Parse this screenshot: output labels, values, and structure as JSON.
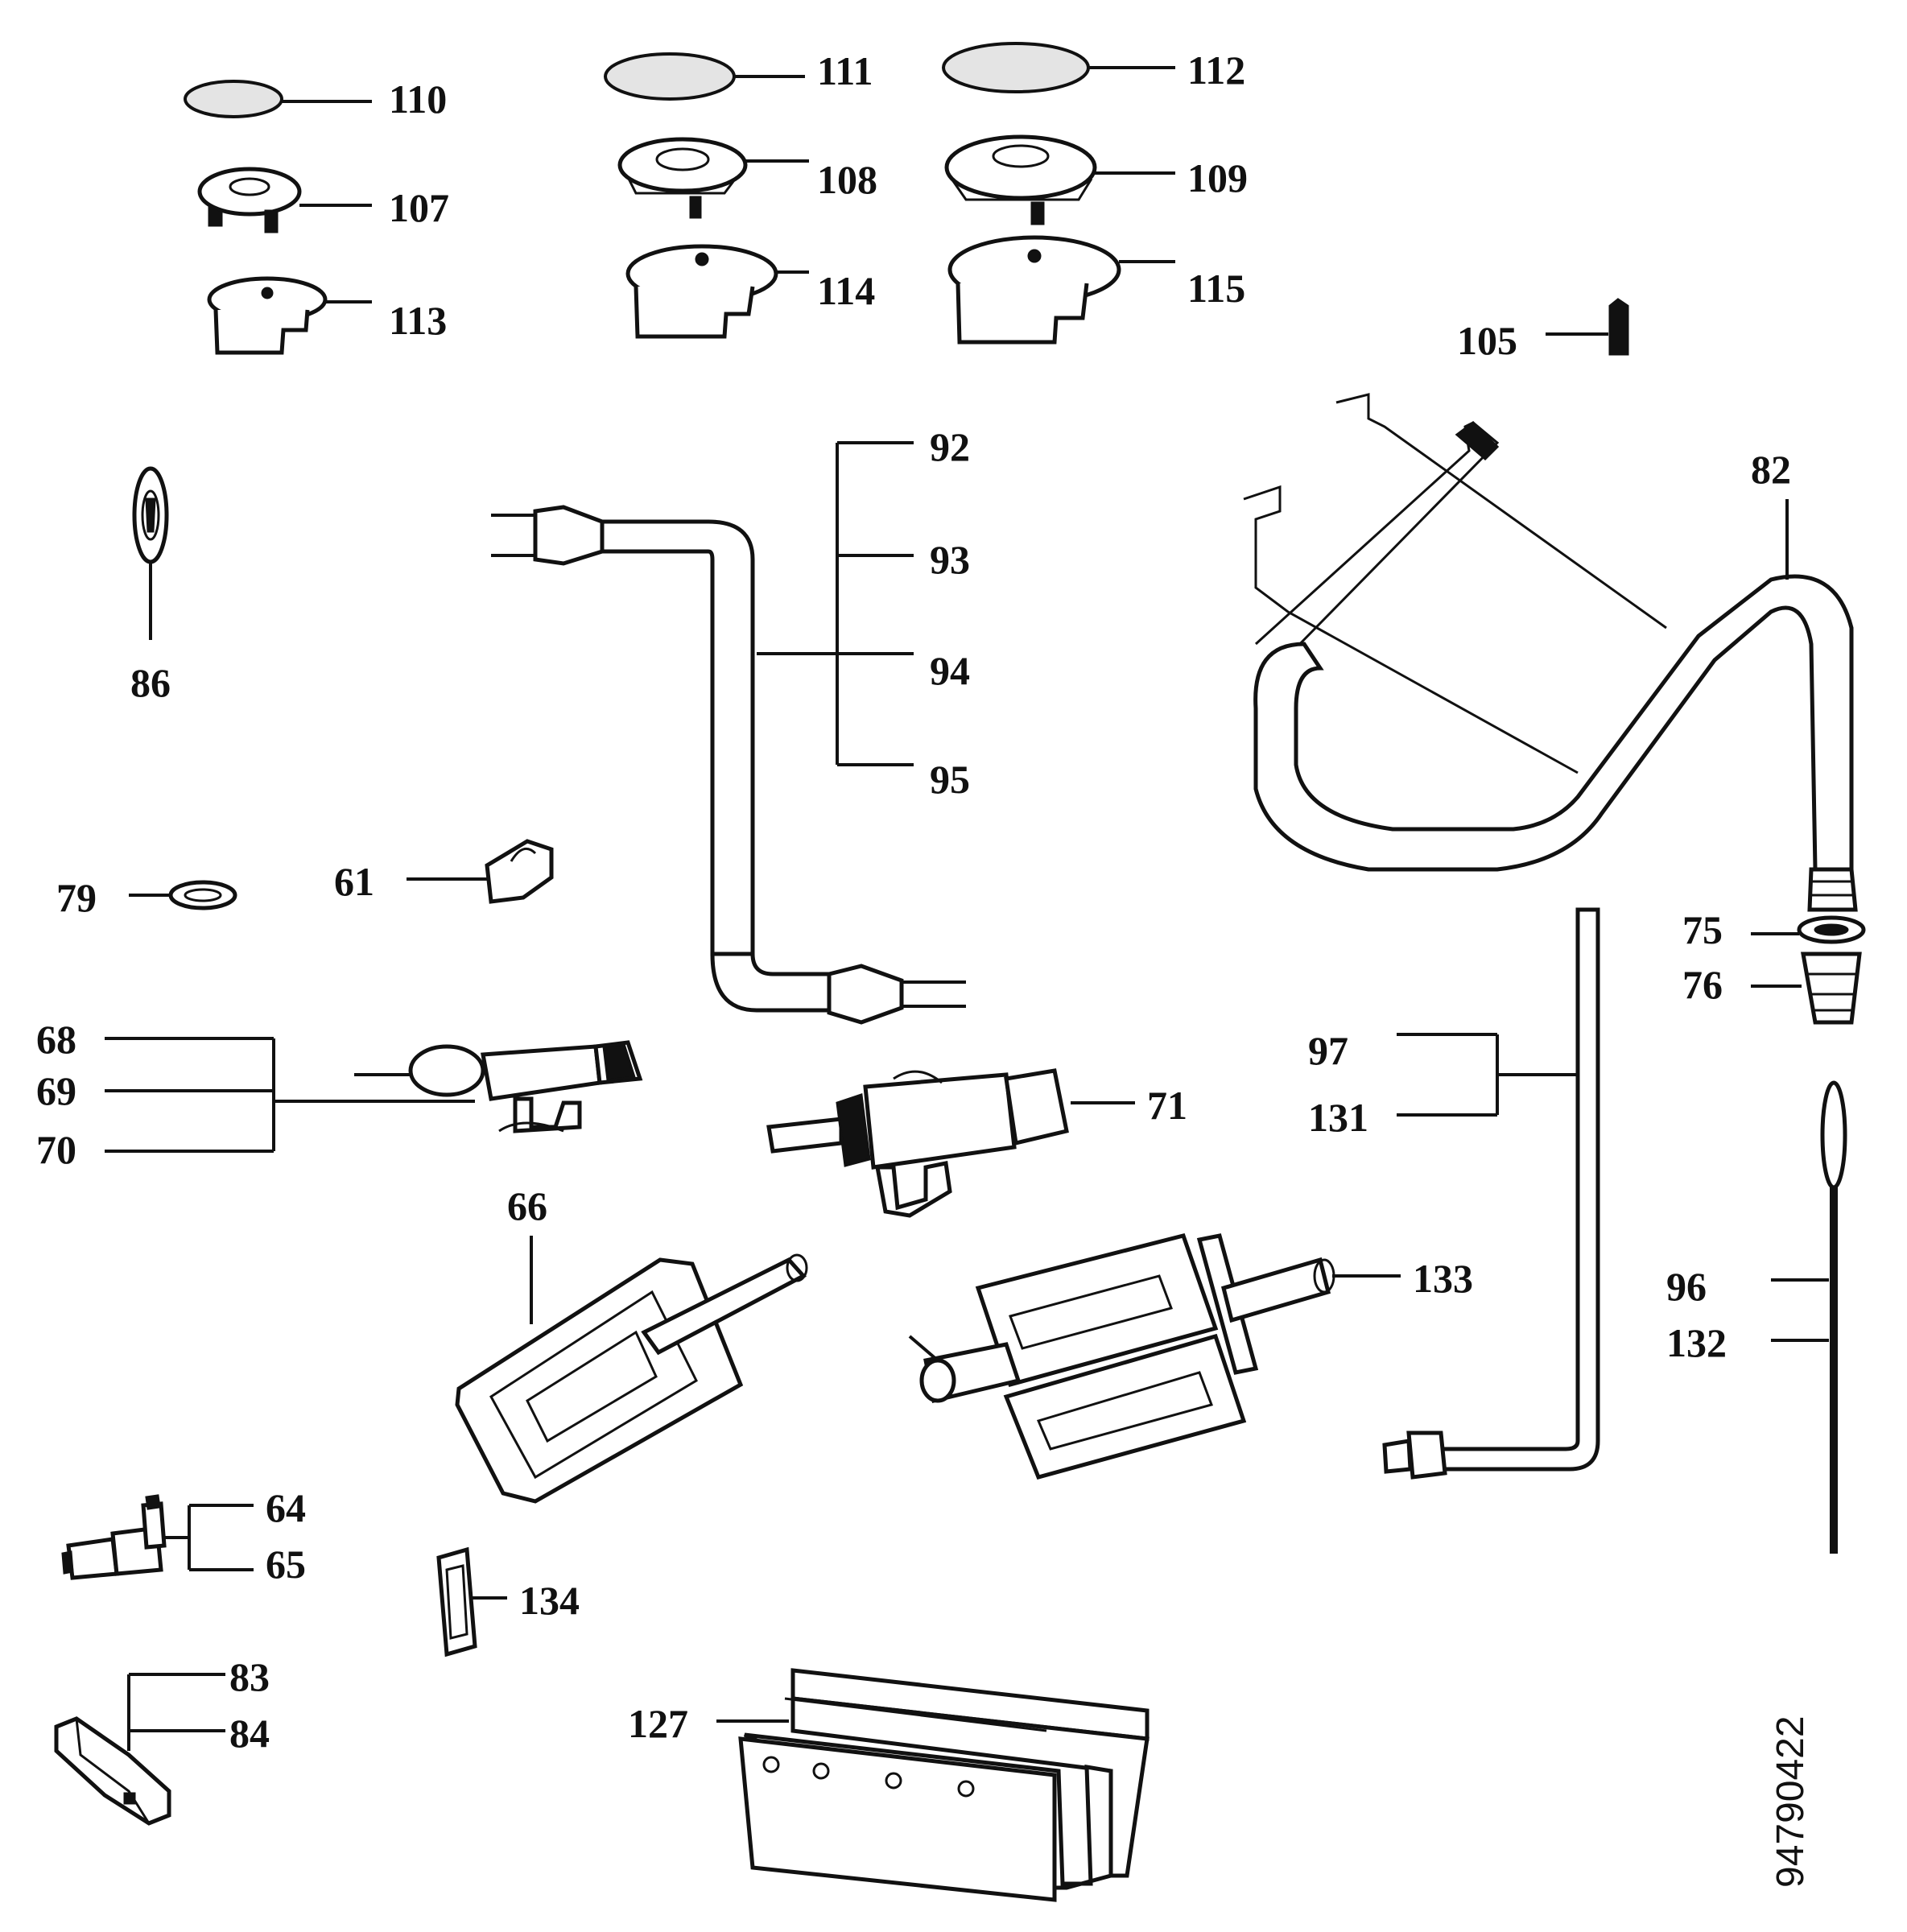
{
  "callouts": {
    "p110": "110",
    "p111": "111",
    "p112": "112",
    "p107": "107",
    "p108": "108",
    "p109": "109",
    "p113": "113",
    "p114": "114",
    "p115": "115",
    "p105": "105",
    "p82": "82",
    "p86": "86",
    "p92": "92",
    "p93": "93",
    "p94": "94",
    "p95": "95",
    "p79": "79",
    "p61": "61",
    "p75": "75",
    "p76": "76",
    "p68": "68",
    "p69": "69",
    "p70": "70",
    "p71": "71",
    "p97": "97",
    "p131": "131",
    "p66": "66",
    "p133": "133",
    "p96": "96",
    "p132": "132",
    "p64": "64",
    "p65": "65",
    "p134": "134",
    "p83": "83",
    "p84": "84",
    "p127": "127"
  },
  "document_number": "94790422"
}
